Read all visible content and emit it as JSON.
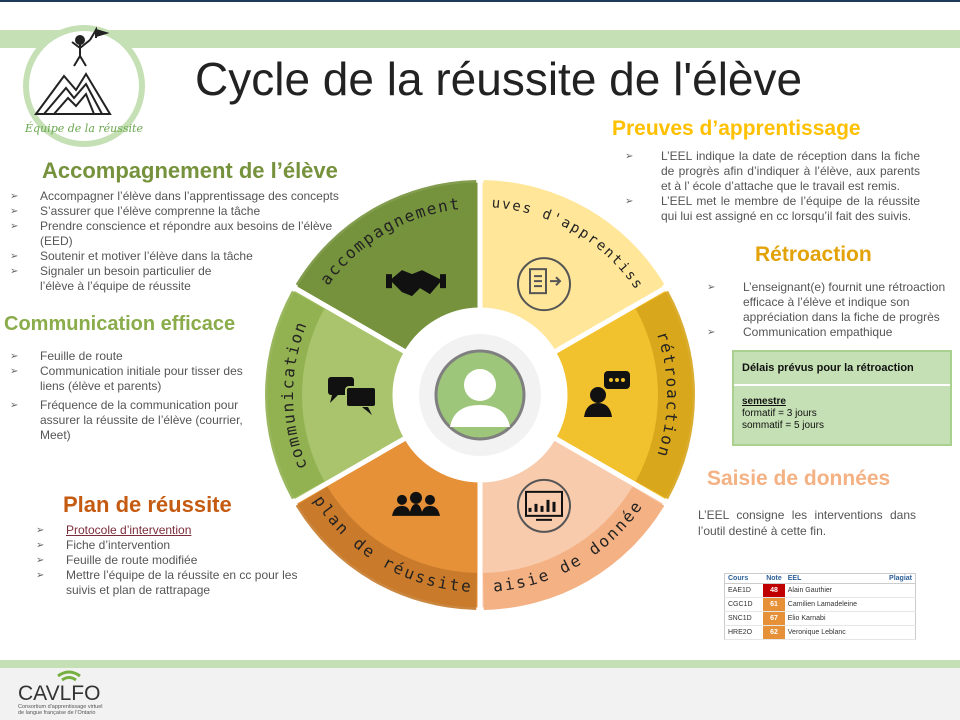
{
  "header": {
    "title": "Cycle de la réussite de l'élève"
  },
  "logo": {
    "caption": "Équipe de la réussite"
  },
  "accompagnement": {
    "heading": "Accompagnement de l’élève",
    "items": [
      "Accompagner l’élève dans l’apprentissage des concepts",
      "S’assurer que l’élève comprenne la tâche",
      "Prendre conscience et répondre aux besoins de l’élève (EED)",
      "Soutenir et motiver l’élève dans la tâche",
      "Signaler un besoin particulier de l’élève à l’équipe de réussite"
    ]
  },
  "communication": {
    "heading": "Communication efficace",
    "items": [
      "Feuille de route",
      "Communication initiale pour tisser des liens (élève et parents)",
      "Fréquence de la communication pour assurer la réussite de l’élève (courrier, Meet)"
    ]
  },
  "plan": {
    "heading": "Plan de réussite",
    "items": [
      "Protocole d’intervention",
      "Fiche d’intervention",
      "Feuille de route modifiée",
      "Mettre l’équipe de la réussite en cc pour les suivis et plan de rattrapage"
    ]
  },
  "preuves": {
    "heading": "Preuves d’apprentissage",
    "items": [
      "L’EEL indique la date de réception dans la fiche de progrès afin d’indiquer à l’élève, aux parents et à l’ école d’attache que le travail est remis.",
      "L’EEL met le membre de l’équipe de la réussite qui lui est assigné en cc lorsqu’il fait des suivis."
    ]
  },
  "retroaction": {
    "heading": "Rétroaction",
    "items": [
      "L’enseignant(e) fournit une rétroaction efficace à l’élève et indique son appréciation dans la fiche de progrès",
      "Communication empathique"
    ],
    "delais": {
      "title": "Délais prévus pour la rétroaction",
      "semestre": "semestre",
      "formatif": "formatif = 3 jours",
      "sommatif": "sommatif = 5 jours"
    }
  },
  "saisie": {
    "heading": "Saisie de données",
    "text": "L’EEL consigne les interventions dans l’outil destiné à cette fin."
  },
  "table": {
    "headers": [
      "Cours",
      "Note",
      "EEL",
      "Plagiat"
    ],
    "rows": [
      {
        "cours": "EAE1D",
        "note": "48",
        "eel": "Alain Gauthier",
        "color": "#c00000"
      },
      {
        "cours": "CGC1D",
        "note": "61",
        "eel": "Camilien Lamadeleine",
        "color": "#e69138"
      },
      {
        "cours": "SNC1D",
        "note": "67",
        "eel": "Elio Karnabi",
        "color": "#e69138"
      },
      {
        "cours": "HRE2O",
        "note": "62",
        "eel": "Veronique Leblanc",
        "color": "#e69138"
      }
    ]
  },
  "wheel": {
    "segments": [
      {
        "label": "accompagnement",
        "color": "#76923c"
      },
      {
        "label": "preuves d'apprentissage",
        "color": "#ffe699"
      },
      {
        "label": "rétroaction",
        "color": "#f2c12e"
      },
      {
        "label": "saisie de données",
        "color": "#f8cbad"
      },
      {
        "label": "plan de réussite",
        "color": "#e69138"
      },
      {
        "label": "communication",
        "color": "#a9c46c"
      }
    ],
    "icons": [
      "handshake-icon",
      "document-arrow-icon",
      "speaker-chat-icon",
      "chart-monitor-icon",
      "group-icon",
      "chat-bubbles-icon",
      "user-avatar-icon"
    ]
  },
  "footer": {
    "brand": "CAVLFO",
    "tagline_line1": "Consortium d'apprentissage virtuel",
    "tagline_line2": "de langue française de l'Ontario"
  }
}
